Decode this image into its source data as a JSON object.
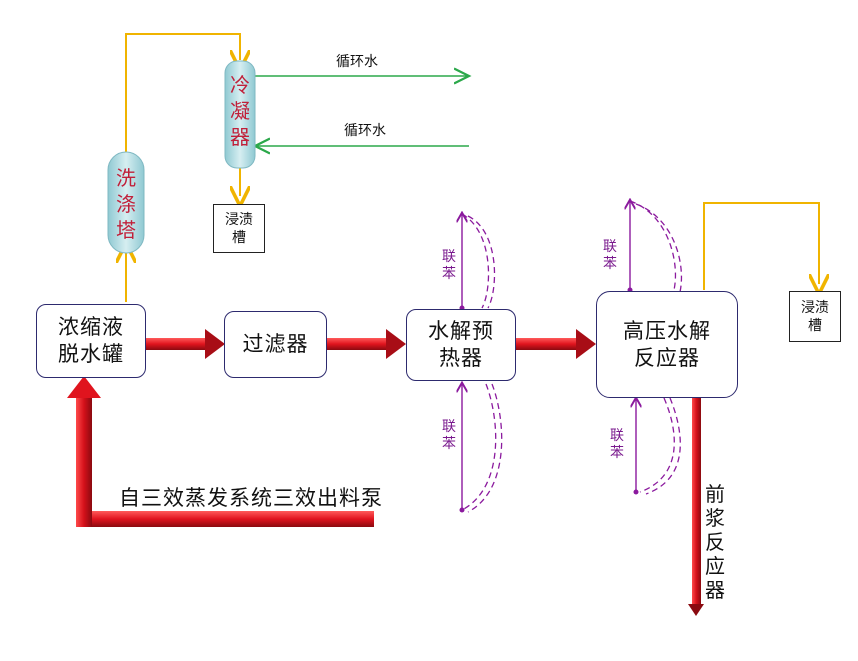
{
  "nodes": {
    "concentrate_tank": "浓缩液\n脱水罐",
    "filter": "过滤器",
    "preheater": "水解预\n热器",
    "reactor": "高压水解\n反应器",
    "wash_tower": "洗\n涤\n塔",
    "condenser": "冷\n凝\n器",
    "soak_tank_top": "浸渍\n槽",
    "soak_tank_right": "浸渍\n槽"
  },
  "labels": {
    "cooling_out": "循环水",
    "cooling_in": "循环水",
    "biphenyl_pre_top": "联\n苯",
    "biphenyl_pre_bottom": "联\n苯",
    "biphenyl_reac_top": "联\n苯",
    "biphenyl_reac_bottom": "联\n苯",
    "feed_source": "自三效蒸发系统三效出料泵",
    "to_prereactor": "前\n浆\n反\n应\n器"
  },
  "colors": {
    "main_flow": "#d0101a",
    "vapor_line": "#f0b400",
    "cooling_water": "#2ba84a",
    "heat_medium": "#8b1a9e",
    "box_border": "#2d2a6e",
    "tower_fill": "#a9d7dd"
  }
}
